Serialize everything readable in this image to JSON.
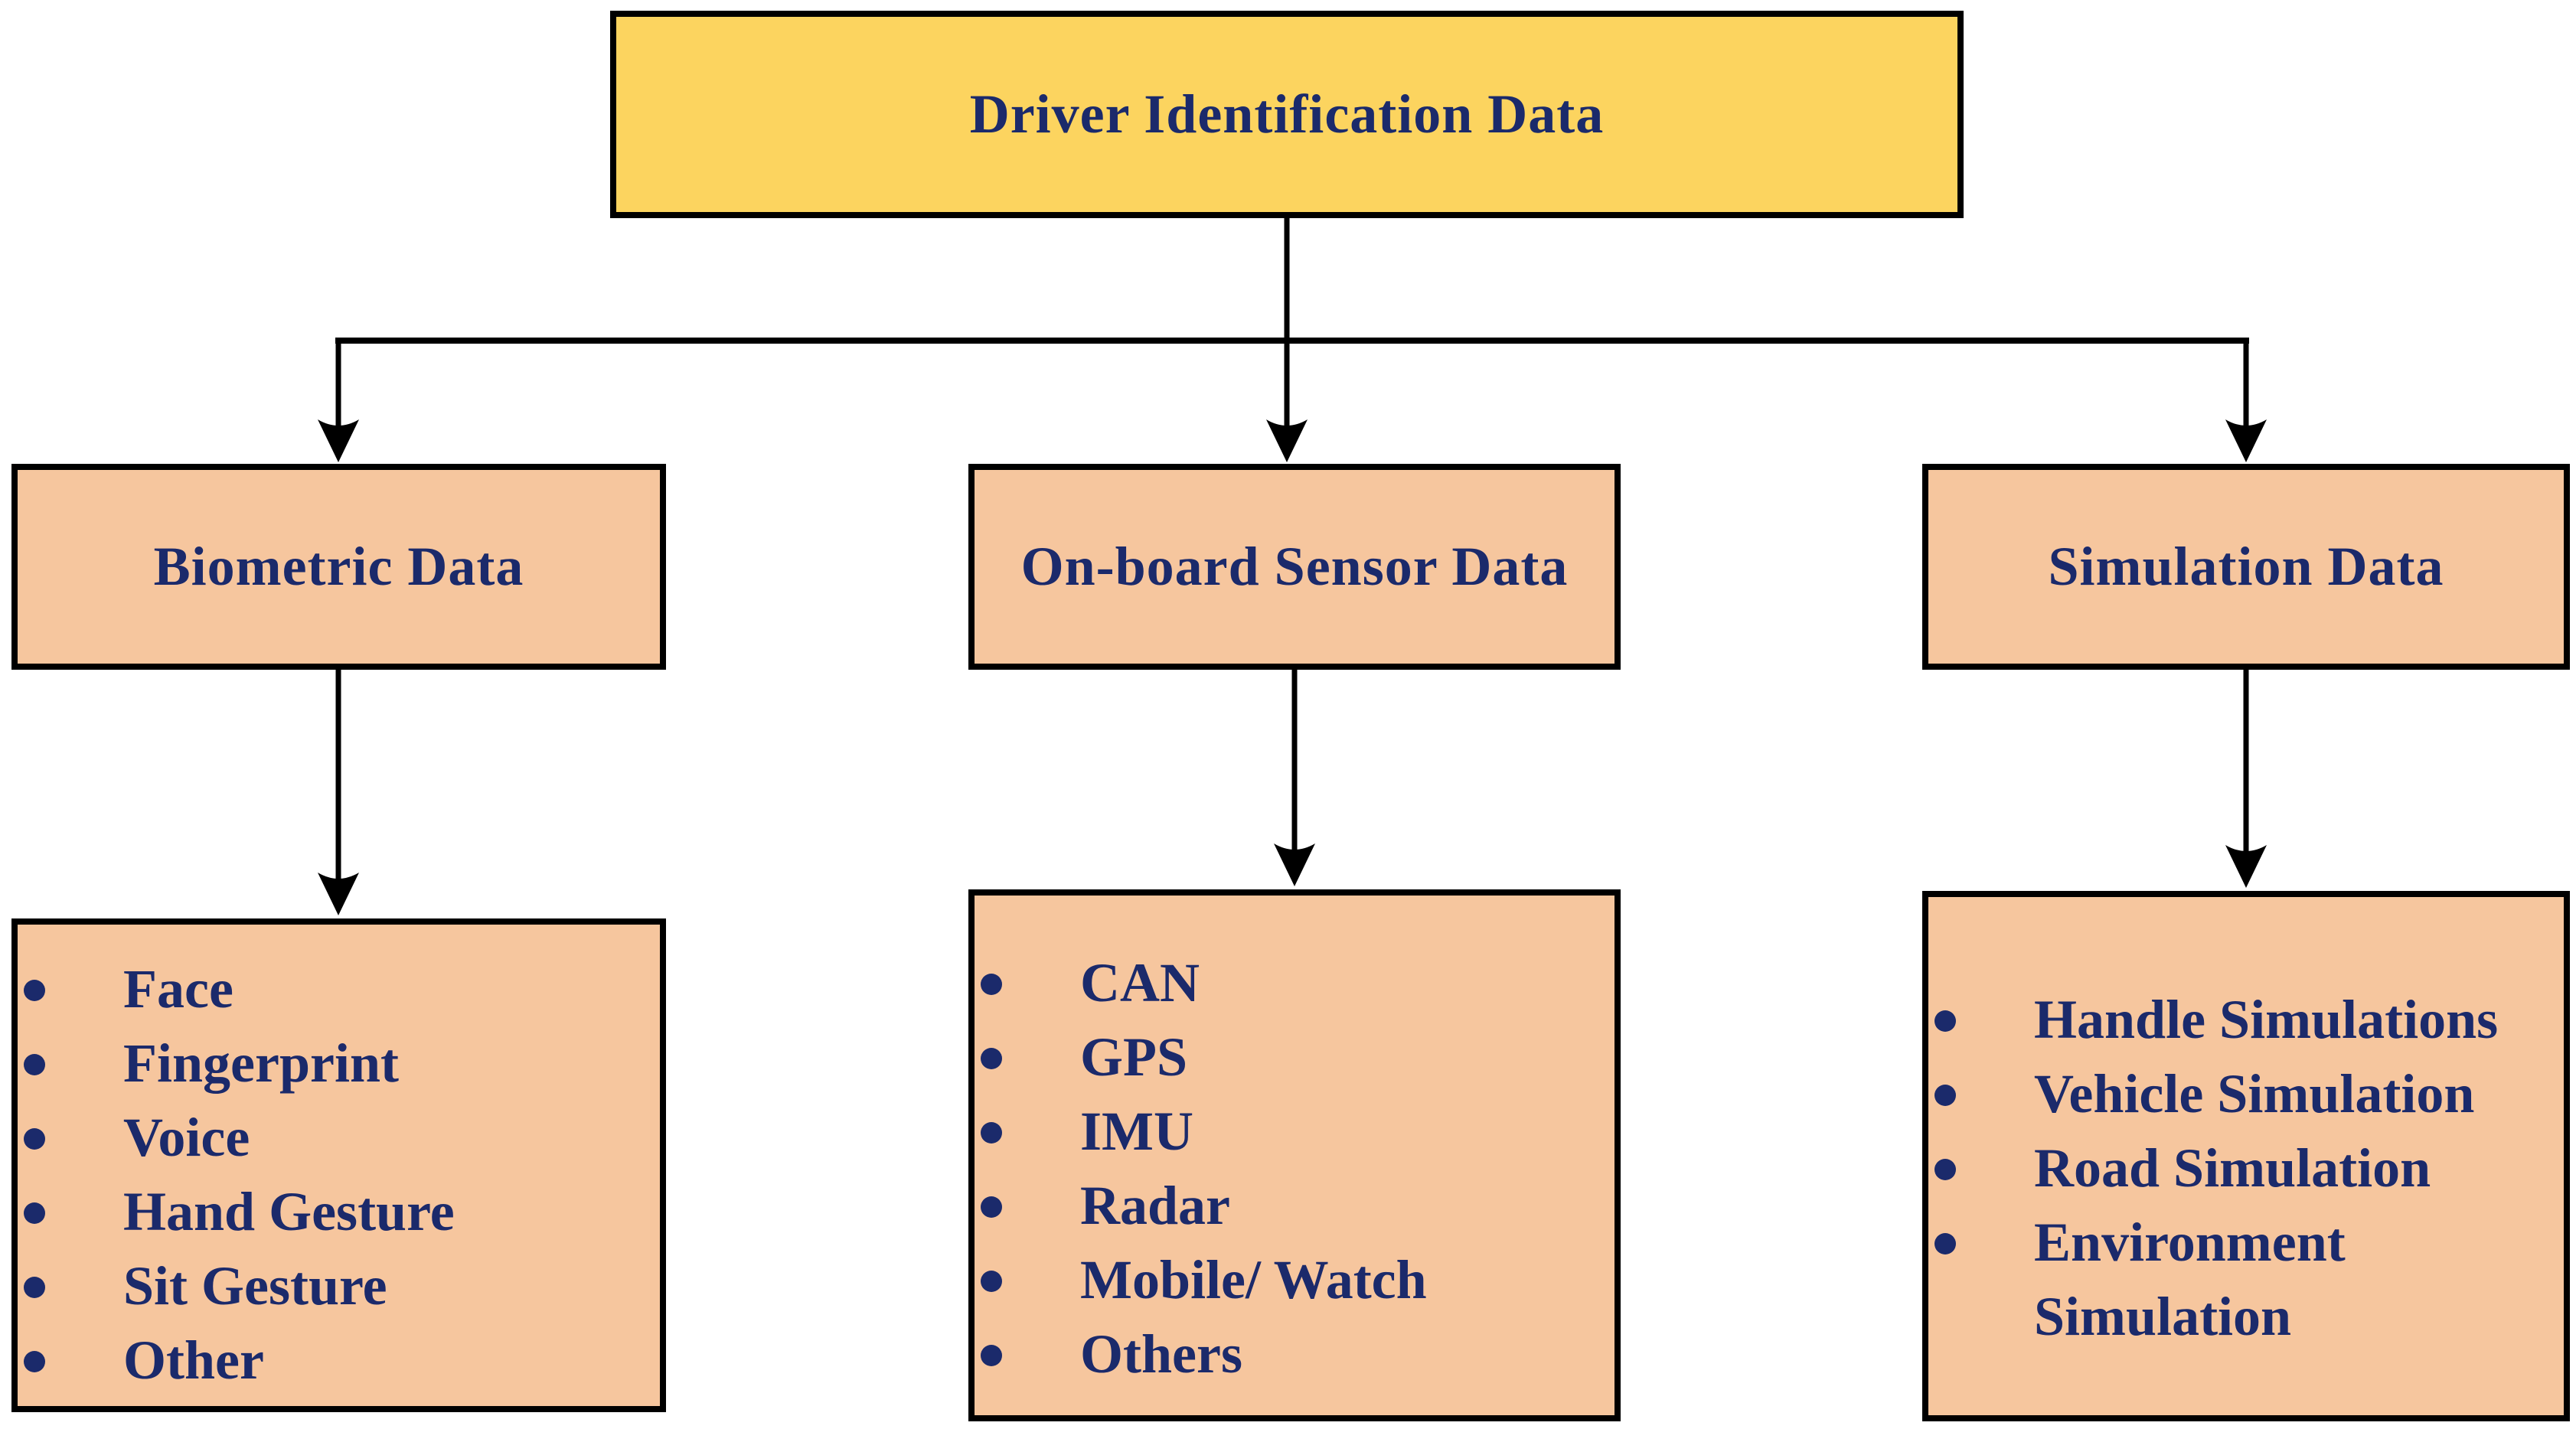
{
  "diagram": {
    "title": "Driver Identification Data",
    "root": {
      "label": "Driver Identification Data"
    },
    "branches": [
      {
        "label": "Biometric Data",
        "items": [
          "Face",
          "Fingerprint",
          "Voice",
          "Hand Gesture",
          "Sit Gesture",
          "Other"
        ]
      },
      {
        "label": "On-board Sensor Data",
        "items": [
          "CAN",
          "GPS",
          "IMU",
          "Radar",
          "Mobile/ Watch",
          "Others"
        ]
      },
      {
        "label": "Simulation Data",
        "items": [
          "Handle Simulations",
          "Vehicle Simulation",
          "Road Simulation",
          "Environment Simulation"
        ]
      }
    ],
    "colors": {
      "root_fill": "#FCD45F",
      "branch_fill": "#F6C69E",
      "text": "#1B2A6B",
      "line": "#000000"
    }
  }
}
